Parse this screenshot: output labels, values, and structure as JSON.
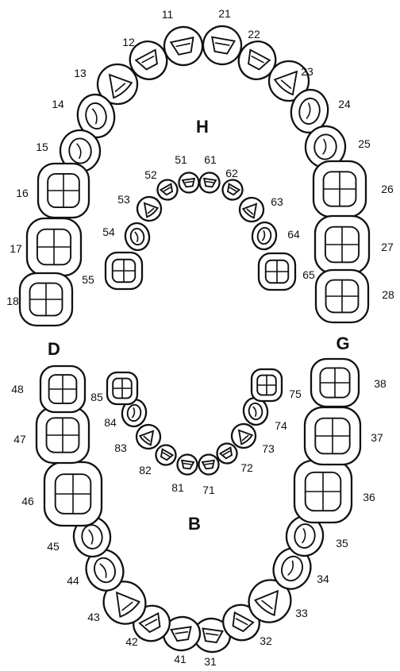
{
  "colors": {
    "ink": "#111111",
    "paper": "#ffffff"
  },
  "letters": {
    "upper": "H",
    "lower": "B",
    "right": "D",
    "left": "G"
  },
  "arches": {
    "upper_permanent": [
      "11",
      "12",
      "13",
      "14",
      "15",
      "16",
      "17",
      "18",
      "21",
      "22",
      "23",
      "24",
      "25",
      "26",
      "27",
      "28"
    ],
    "upper_primary": [
      "51",
      "52",
      "53",
      "54",
      "55",
      "61",
      "62",
      "63",
      "64",
      "65"
    ],
    "lower_primary": [
      "71",
      "72",
      "73",
      "74",
      "75",
      "81",
      "82",
      "83",
      "84",
      "85"
    ],
    "lower_permanent": [
      "31",
      "32",
      "33",
      "34",
      "35",
      "36",
      "37",
      "38",
      "41",
      "42",
      "43",
      "44",
      "45",
      "46",
      "47",
      "48"
    ]
  }
}
